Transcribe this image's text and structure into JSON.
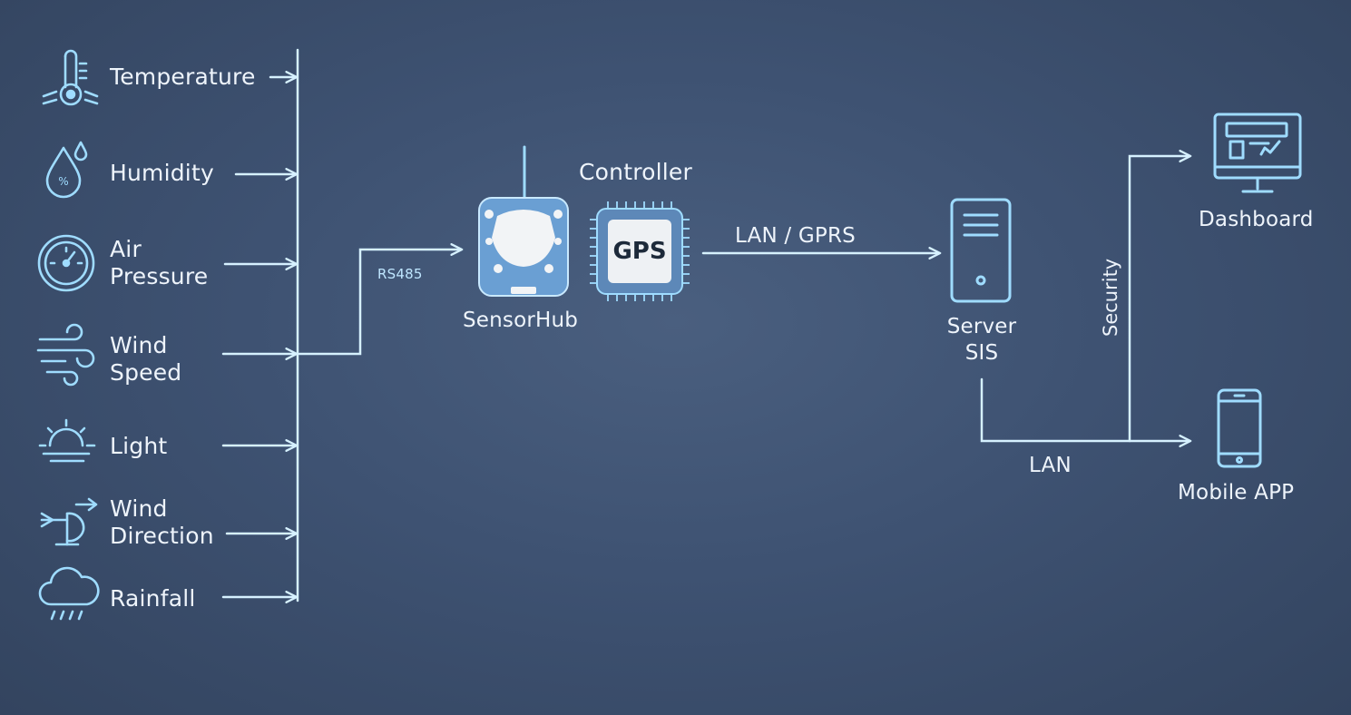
{
  "sensors": [
    {
      "id": "temperature",
      "icon": "thermometer-icon",
      "lines": [
        "Temperature"
      ]
    },
    {
      "id": "humidity",
      "icon": "humidity-drop-icon",
      "lines": [
        "Humidity"
      ]
    },
    {
      "id": "air-pressure",
      "icon": "gauge-icon",
      "lines": [
        "Air",
        "Pressure"
      ]
    },
    {
      "id": "wind-speed",
      "icon": "wind-icon",
      "lines": [
        "Wind",
        "Speed"
      ]
    },
    {
      "id": "light",
      "icon": "sun-icon",
      "lines": [
        "Light"
      ]
    },
    {
      "id": "wind-direction",
      "icon": "wind-vane-icon",
      "lines": [
        "Wind",
        "Direction"
      ]
    },
    {
      "id": "rainfall",
      "icon": "rain-cloud-icon",
      "lines": [
        "Rainfall"
      ]
    }
  ],
  "hub": {
    "bus_label": "RS485",
    "device_label": "SensorHub",
    "device_icon": "sensor-hub-icon"
  },
  "controller": {
    "label": "Controller",
    "chip_text": "GPS",
    "icon": "chip-icon"
  },
  "uplink": {
    "label": "LAN / GPRS"
  },
  "server": {
    "lines": [
      "Server",
      "SIS"
    ],
    "icon": "server-icon"
  },
  "network": {
    "lan_label": "LAN",
    "security_label": "Security"
  },
  "clients": {
    "dashboard": {
      "label": "Dashboard",
      "icon": "monitor-icon"
    },
    "mobile": {
      "label": "Mobile APP",
      "icon": "mobile-phone-icon"
    }
  },
  "colors": {
    "background": "#3e5272",
    "line": "#d6f1ff",
    "icon": "#9fdcff",
    "text": "#eef4fb",
    "device": "#6aa0d4"
  }
}
